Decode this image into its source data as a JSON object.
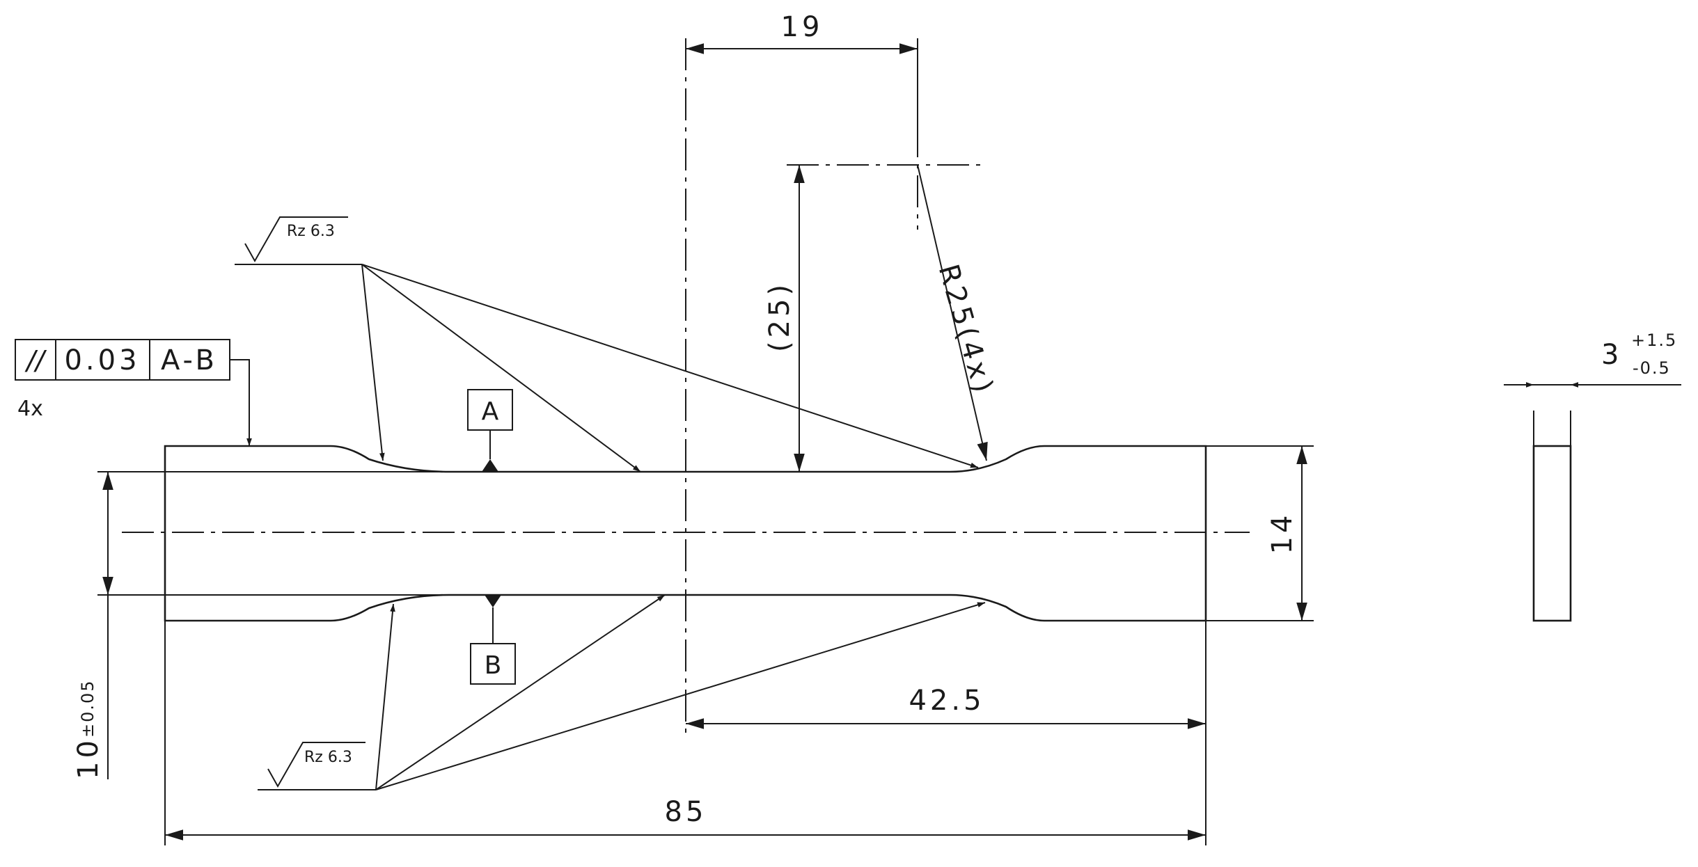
{
  "dimensions": {
    "d19": "19",
    "d25": "(25)",
    "radius": "R25(4x)",
    "d14": "14",
    "d42_5": "42.5",
    "d85": "85",
    "d10": "10",
    "d10_tol": "±0.05",
    "thickness": "3",
    "thickness_tol_upper": "+1.5",
    "thickness_tol_lower": "-0.5"
  },
  "tolerance_frame": {
    "symbol": "//",
    "value": "0.03",
    "datum": "A-B",
    "multiplier": "4x"
  },
  "datums": {
    "top": "A",
    "bottom": "B"
  },
  "surface_finish": {
    "top": "Rz 6.3",
    "bottom": "Rz 6.3"
  }
}
